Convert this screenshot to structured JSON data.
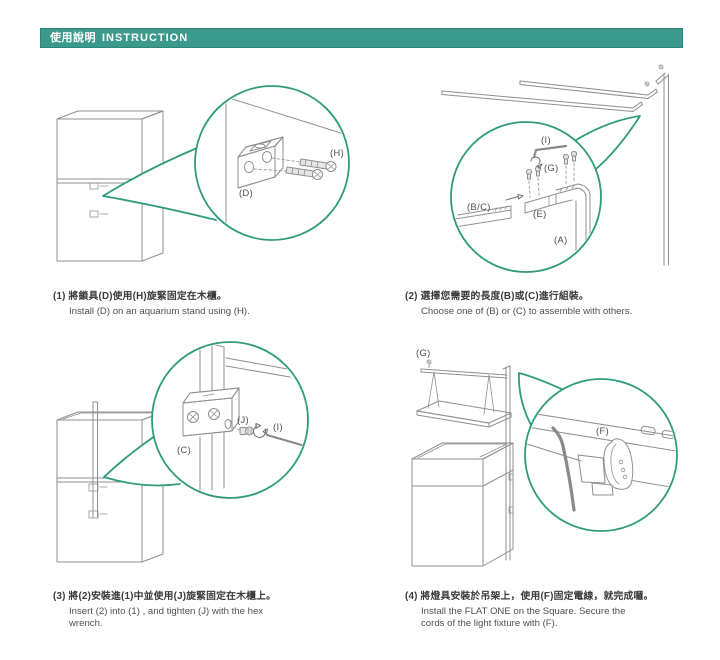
{
  "header": {
    "title_zh": "使用說明",
    "title_en": "INSTRUCTION"
  },
  "colors": {
    "accent_teal": "#2F9B7C",
    "header_bg": "#3B9A8C",
    "line_gray": "#8F8F8F"
  },
  "panels": [
    {
      "step": "1",
      "labels": {
        "H": "(H)",
        "D": "(D)"
      },
      "caption_zh": "(1) 將鎖具(D)使用(H)旋緊固定在木櫃。",
      "caption_en_lines": [
        "Install (D) on an aquarium stand using (H)."
      ]
    },
    {
      "step": "2",
      "labels": {
        "I": "(I)",
        "G": "(G)",
        "BC": "(B/C)",
        "E": "(E)",
        "A": "(A)"
      },
      "caption_zh": "(2) 選擇您需要的長度(B)或(C)進行組裝。",
      "caption_en_lines": [
        "Choose one of (B) or (C) to assemble with others."
      ]
    },
    {
      "step": "3",
      "labels": {
        "J": "(J)",
        "I": "(I)",
        "C": "(C)"
      },
      "caption_zh": "(3) 將(2)安裝進(1)中並使用(J)旋緊固定在木櫃上。",
      "caption_en_lines": [
        "Insert (2) into (1) , and tighten (J) with the hex",
        "wrench."
      ]
    },
    {
      "step": "4",
      "labels": {
        "G": "(G)",
        "F": "(F)"
      },
      "caption_zh": "(4) 將燈具安裝於吊架上，使用(F)固定電線，就完成囉。",
      "caption_en_lines": [
        "Install the FLAT ONE on the Square. Secure the",
        "cords of the light fixture with (F)."
      ]
    }
  ]
}
